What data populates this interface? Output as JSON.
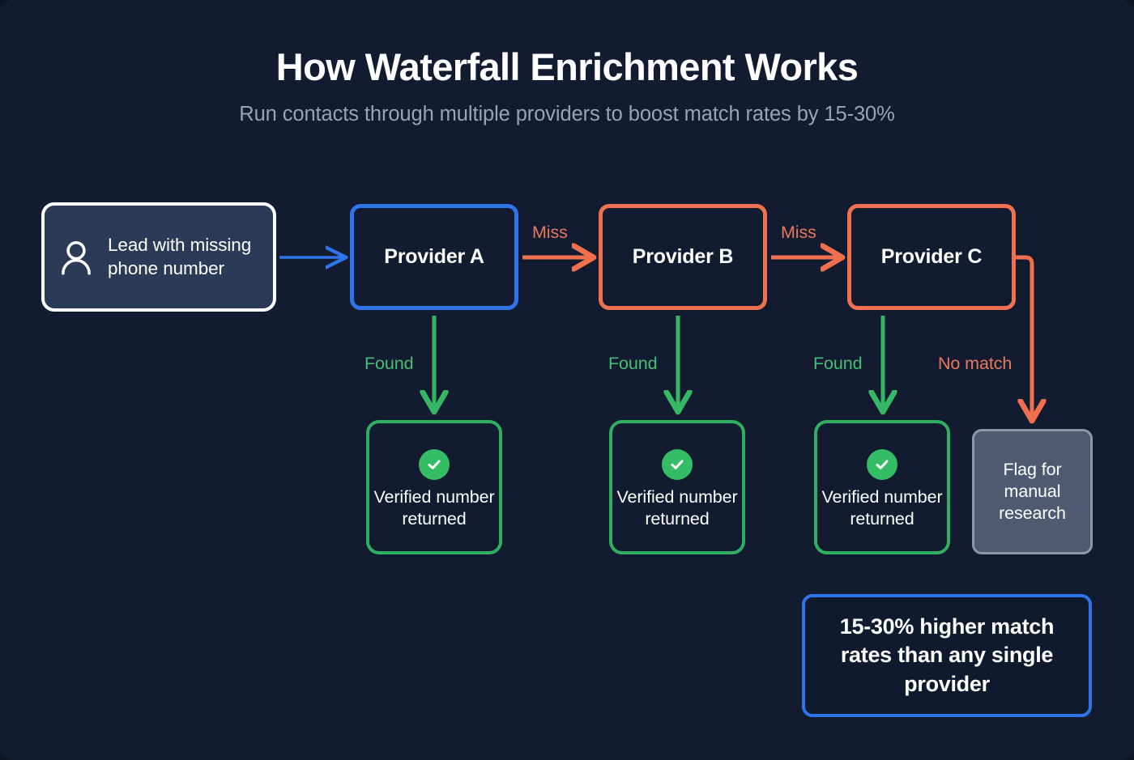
{
  "header": {
    "title": "How Waterfall Enrichment Works",
    "subtitle": "Run contacts through multiple providers to boost match rates by 15-30%"
  },
  "colors": {
    "background": "#121b30",
    "blue": "#2f74e8",
    "orange": "#f0714f",
    "green": "#2fb061",
    "green_badge": "#34bd64",
    "white": "#ffffff",
    "subtitle_gray": "#97a3ba",
    "flag_fill": "#4f5a72",
    "flag_border": "#8c97ae",
    "lead_fill": "#2b3a56"
  },
  "lead": {
    "label": "Lead with missing phone number",
    "icon": "person-icon"
  },
  "providers": [
    {
      "label": "Provider A",
      "accent": "#2f74e8"
    },
    {
      "label": "Provider B",
      "accent": "#f0714f"
    },
    {
      "label": "Provider C",
      "accent": "#f0714f"
    }
  ],
  "results": [
    {
      "label": "Verified number returned",
      "icon": "check-circle-icon"
    },
    {
      "label": "Verified number returned",
      "icon": "check-circle-icon"
    },
    {
      "label": "Verified number returned",
      "icon": "check-circle-icon"
    }
  ],
  "flag": {
    "label": "Flag for manual research"
  },
  "callout": {
    "label": "15-30% higher match rates than any single provider"
  },
  "edge_labels": {
    "miss_a_b": "Miss",
    "miss_b_c": "Miss",
    "found_a": "Found",
    "found_b": "Found",
    "found_c": "Found",
    "no_match": "No match"
  }
}
